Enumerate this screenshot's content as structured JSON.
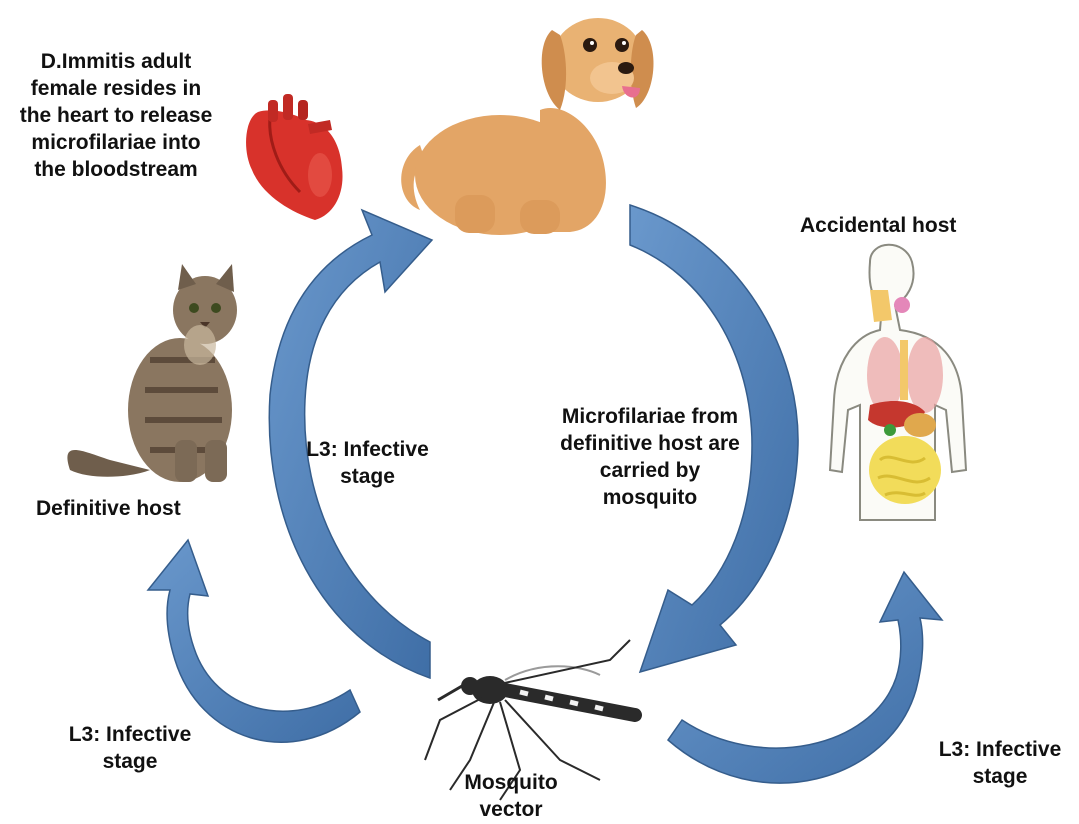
{
  "labels": {
    "heart_note": "D.Immitis adult\nfemale resides in\nthe heart to release\nmicrofilariae into\nthe bloodstream",
    "accidental_host": "Accidental host",
    "definitive_host": "Definitive host",
    "center_left": "L3: Infective\nstage",
    "center_right": "Microfilariae  from\ndefinitive host are\ncarried by\nmosquito",
    "bottom_left": "L3: Infective\nstage",
    "bottom_right": "L3: Infective\nstage",
    "mosquito": "Mosquito\nvector"
  },
  "illustrations": {
    "heart": "heart-icon",
    "dog": "dog-icon",
    "cat": "cat-icon",
    "human": "human-anatomy-icon",
    "mosquito": "mosquito-icon"
  },
  "colors": {
    "arrow": "#4f7fb5",
    "arrow_dark": "#355d8c",
    "heart": "#d8322b",
    "dog": "#e3a566",
    "cat": "#8a7660"
  }
}
